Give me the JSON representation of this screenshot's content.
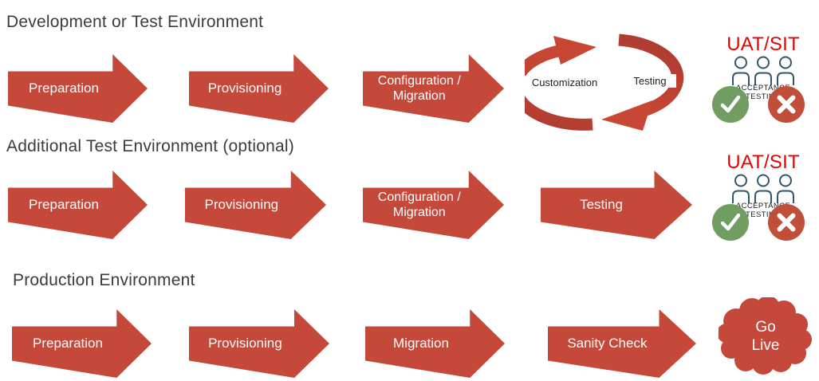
{
  "diagram": {
    "rows": [
      {
        "title": "Development or Test Environment",
        "steps": [
          "Preparation",
          "Provisioning",
          "Configuration / Migration"
        ],
        "cycle": {
          "left": "Customization",
          "right": "Testing"
        },
        "uat": {
          "title": "UAT/SIT",
          "caption1": "ACCEPTANCE",
          "caption2": "TESTING"
        }
      },
      {
        "title": "Additional Test Environment (optional)",
        "steps": [
          "Preparation",
          "Provisioning",
          "Configuration / Migration",
          "Testing"
        ],
        "uat": {
          "title": "UAT/SIT",
          "caption1": "ACCEPTANCE",
          "caption2": "TESTING"
        }
      },
      {
        "title": "Production Environment",
        "steps": [
          "Preparation",
          "Provisioning",
          "Migration",
          "Sanity Check"
        ],
        "golive": {
          "line1": "Go",
          "line2": "Live"
        }
      }
    ],
    "colors": {
      "arrow": "#C5493A",
      "arrow_bright": "#C74634",
      "arrow_dark": "#B03C31",
      "uat_title": "#E60000",
      "check_green": "#6F9D62",
      "cross_red": "#C14E38",
      "person_outline": "#32566B",
      "header_text": "#3C3C3C"
    }
  }
}
